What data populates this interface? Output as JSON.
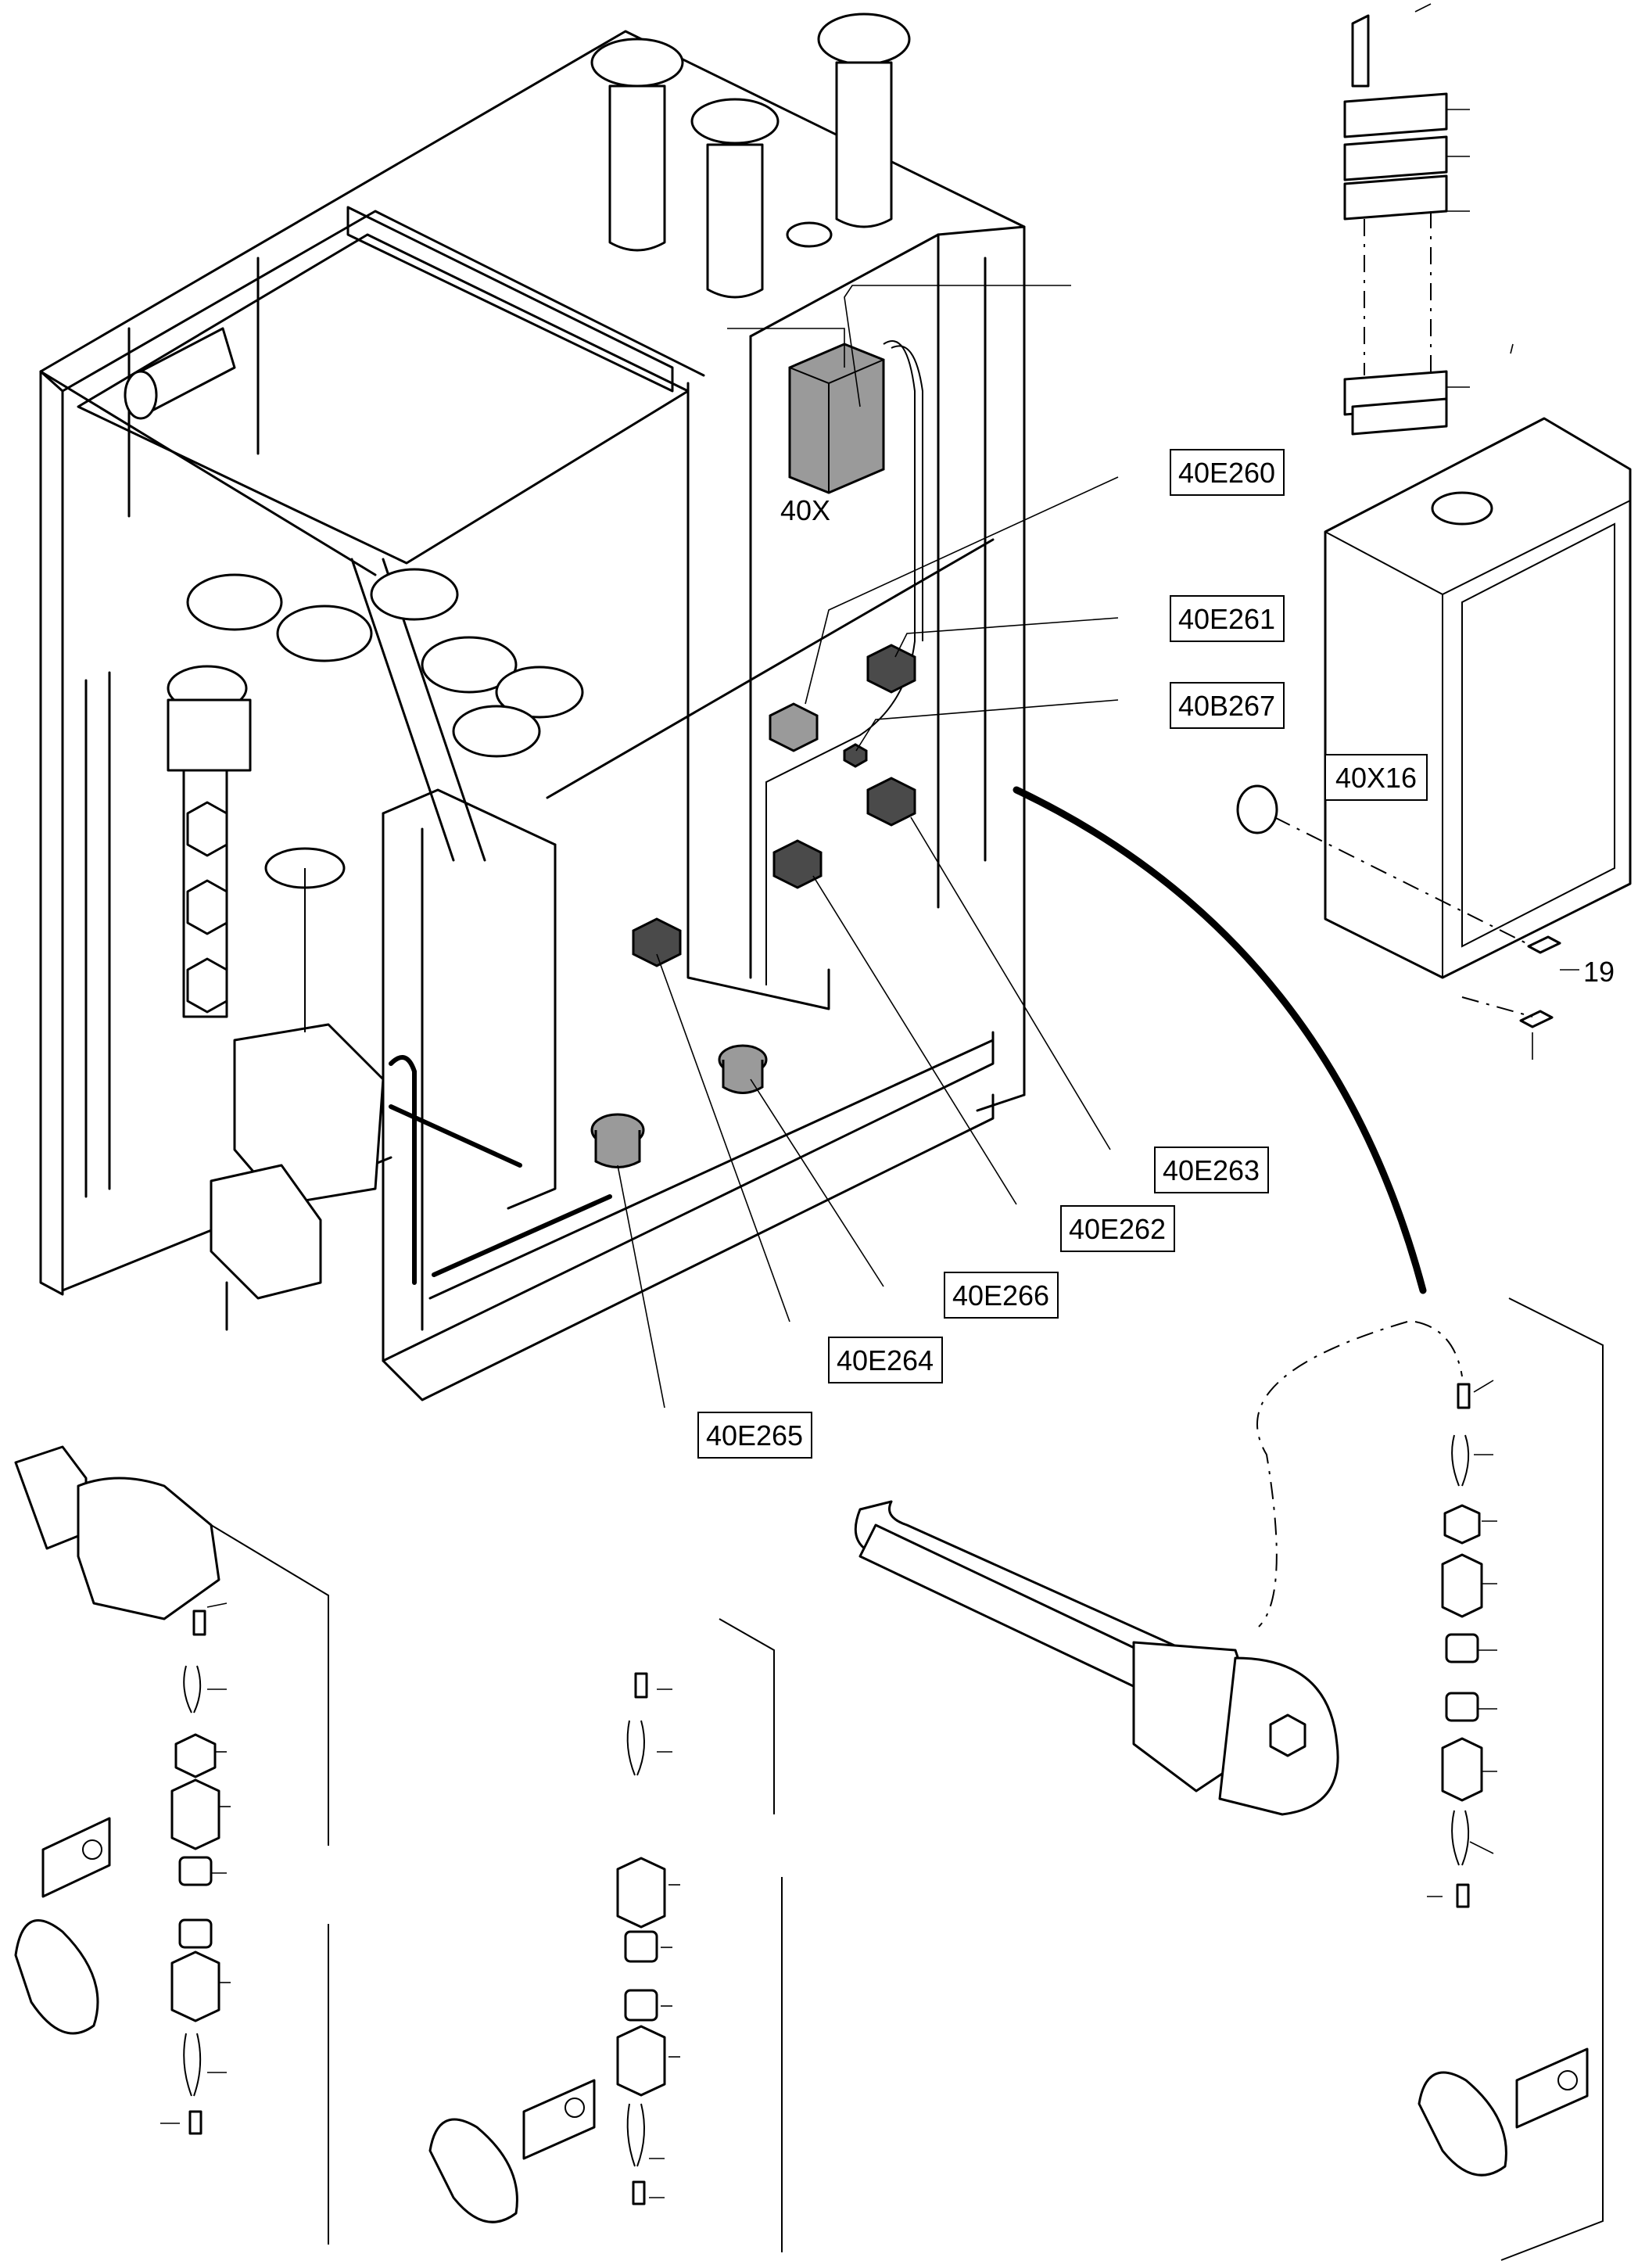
{
  "labels": {
    "40E260": "40E260",
    "40E261": "40E261",
    "40B267": "40B267",
    "40X16": "40X16",
    "19": "19",
    "40X": "40X",
    "40E263": "40E263",
    "40E262": "40E262",
    "40E266": "40E266",
    "40E264": "40E264",
    "40E265": "40E265"
  },
  "colors": {
    "line": "#000000",
    "background": "#ffffff",
    "shaded": "#9a9a9a",
    "nut": "#4a4a4a"
  }
}
